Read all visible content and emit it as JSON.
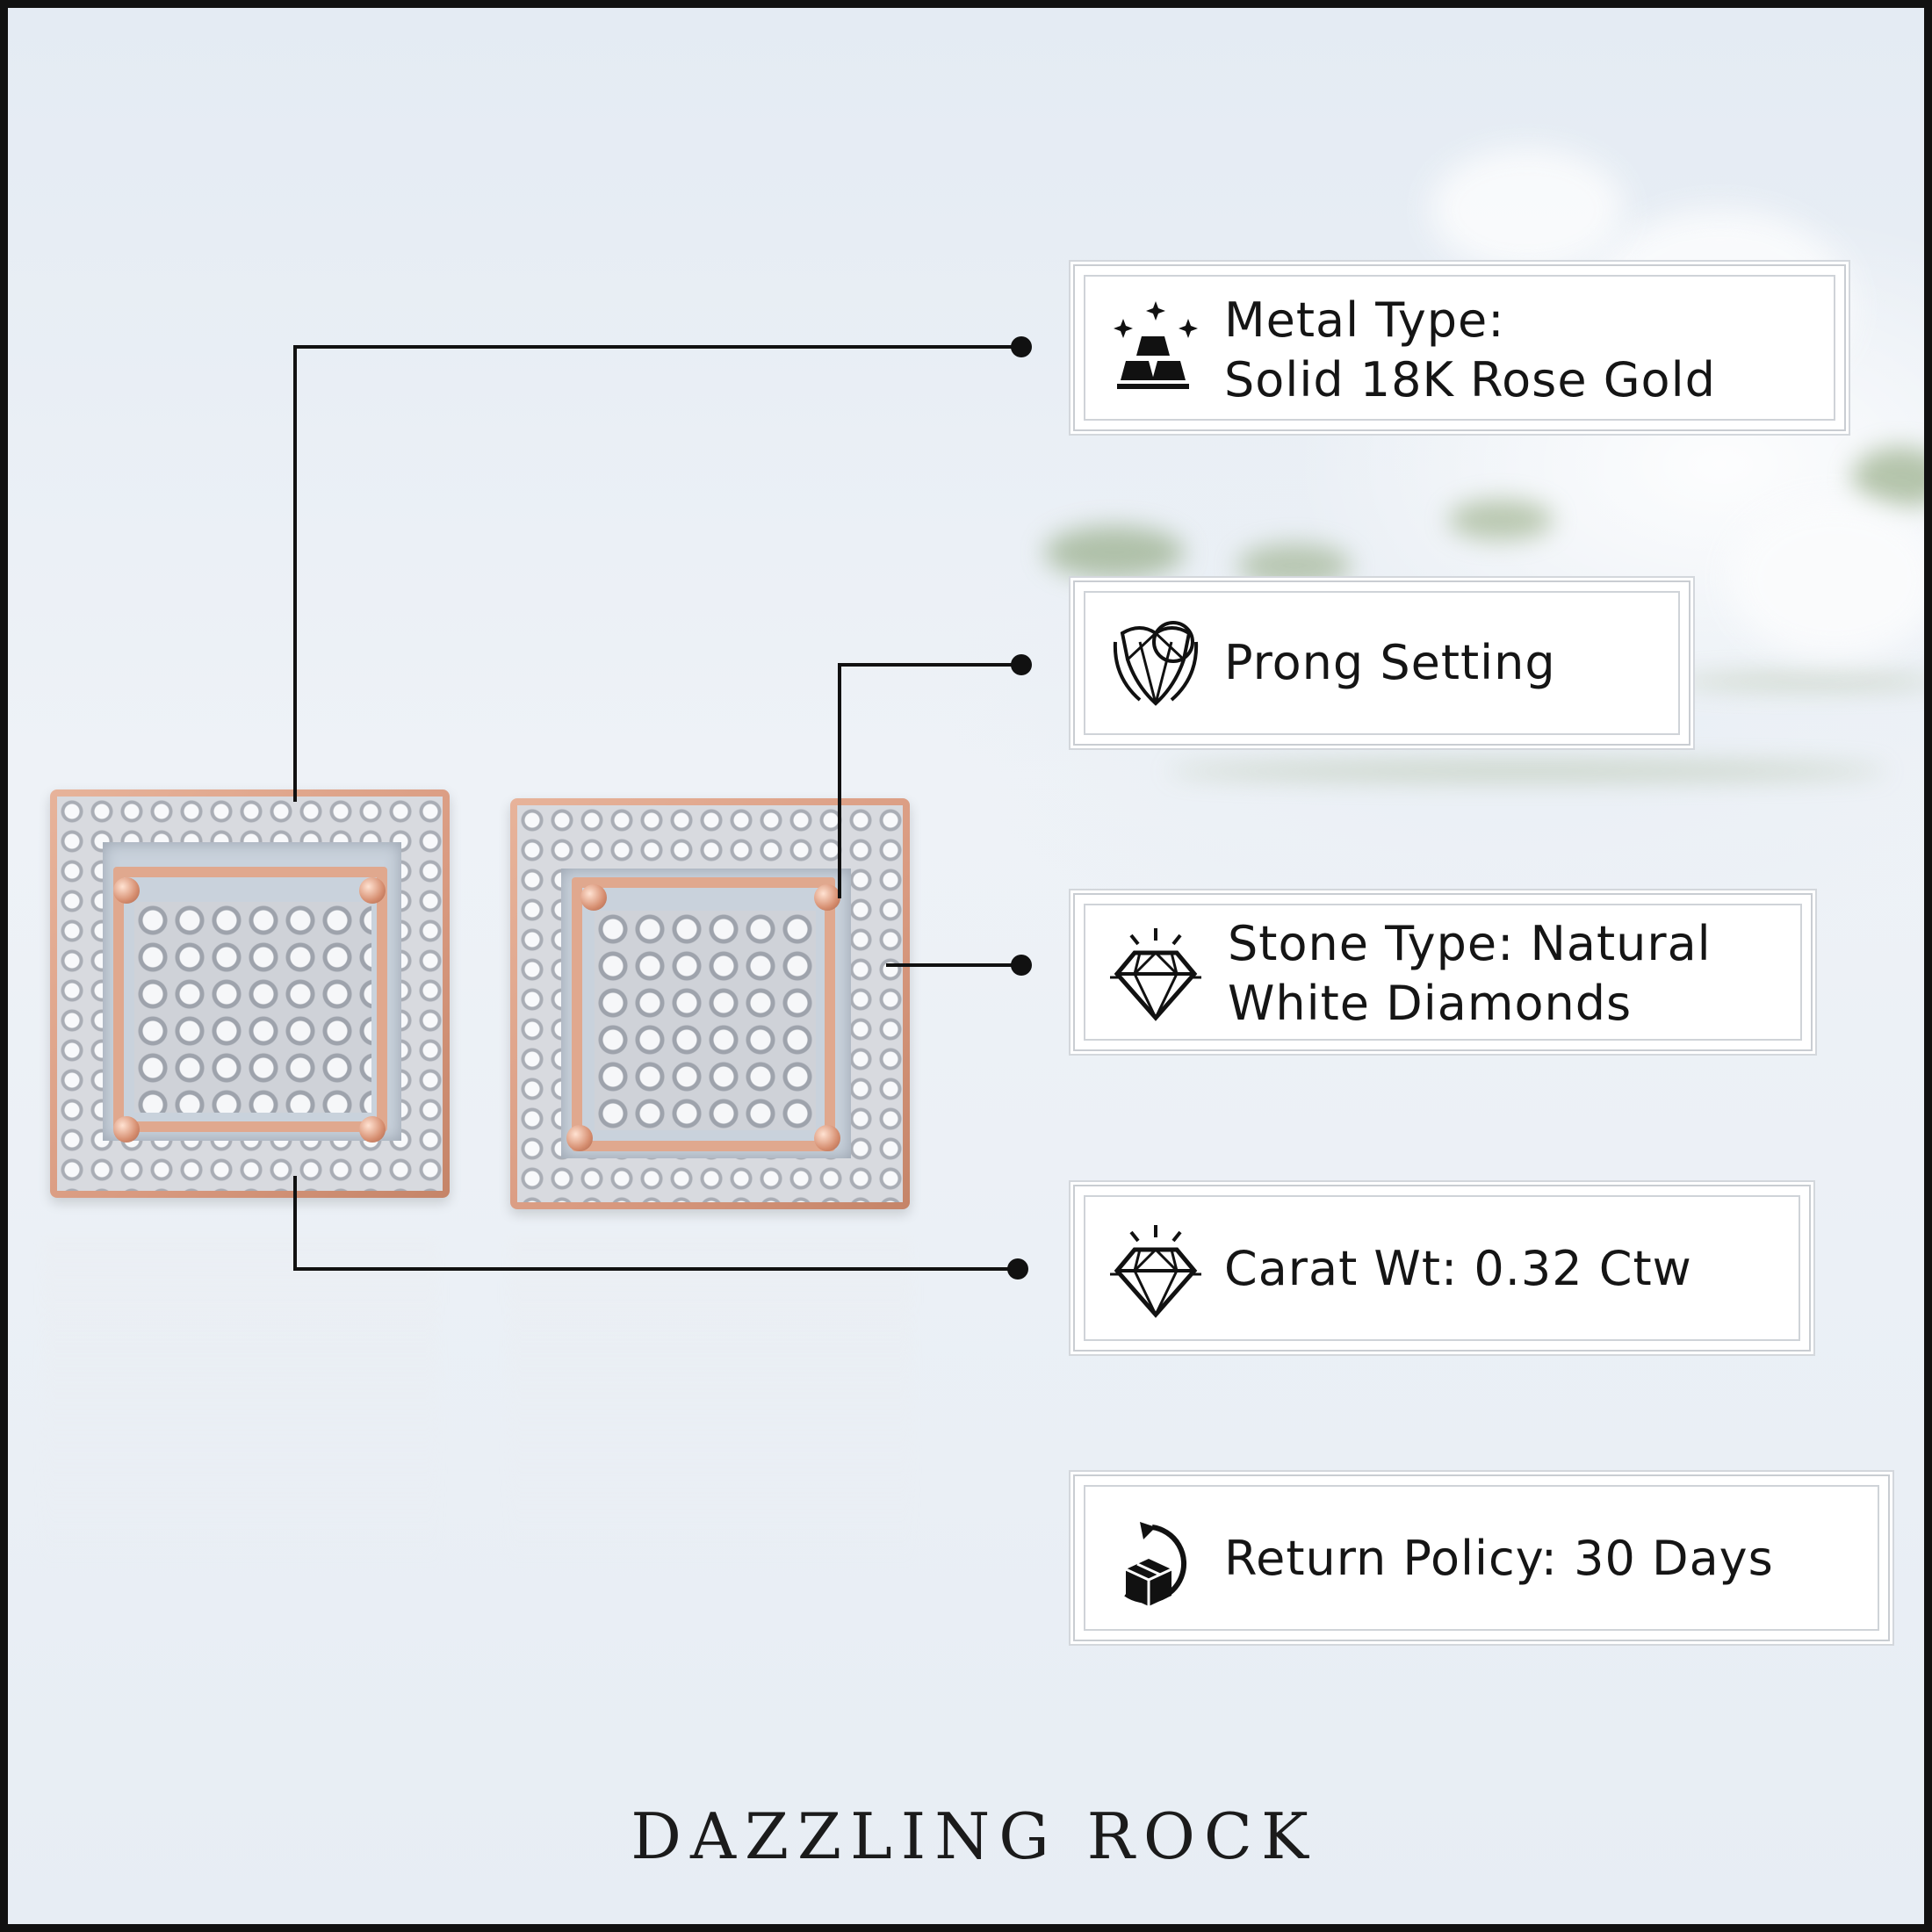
{
  "features": [
    {
      "name": "metal-type",
      "icon": "gold-bars-icon",
      "lines": [
        "Metal Type:",
        "Solid 18K Rose Gold"
      ]
    },
    {
      "name": "prong-setting",
      "icon": "prong-setting-icon",
      "lines": [
        "Prong Setting"
      ]
    },
    {
      "name": "stone-type",
      "icon": "diamond-icon",
      "lines": [
        "Stone Type: Natural",
        "White Diamonds"
      ]
    },
    {
      "name": "carat-weight",
      "icon": "diamond-icon",
      "lines": [
        "Carat Wt: 0.32 Ctw"
      ]
    },
    {
      "name": "return-policy",
      "icon": "return-box-icon",
      "lines": [
        "Return Policy: 30 Days"
      ]
    }
  ],
  "brand": "DAZZLING ROCK",
  "colors": {
    "rose_gold": "#d99a80",
    "text": "#151515",
    "background": "#e8eef5"
  }
}
